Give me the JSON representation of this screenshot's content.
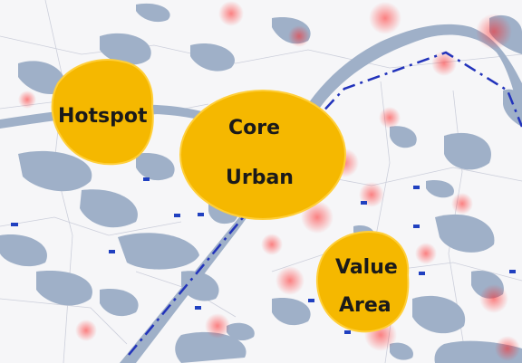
{
  "colors": {
    "land": "#f6f6f8",
    "water": "#9fb0c8",
    "zone_fill": "#f5b800",
    "zone_stroke": "#ffcf3a",
    "heat": "#ff3030",
    "boundary_line": "#2233bb",
    "road": "#c5c8d6",
    "label_text": "#1a1a1a"
  },
  "zones": [
    {
      "id": "hotspot",
      "lines": [
        "Hotspot"
      ]
    },
    {
      "id": "core-urban",
      "lines": [
        "Core",
        "Urban"
      ]
    },
    {
      "id": "value-area",
      "lines": [
        "Value",
        "Area"
      ]
    }
  ]
}
